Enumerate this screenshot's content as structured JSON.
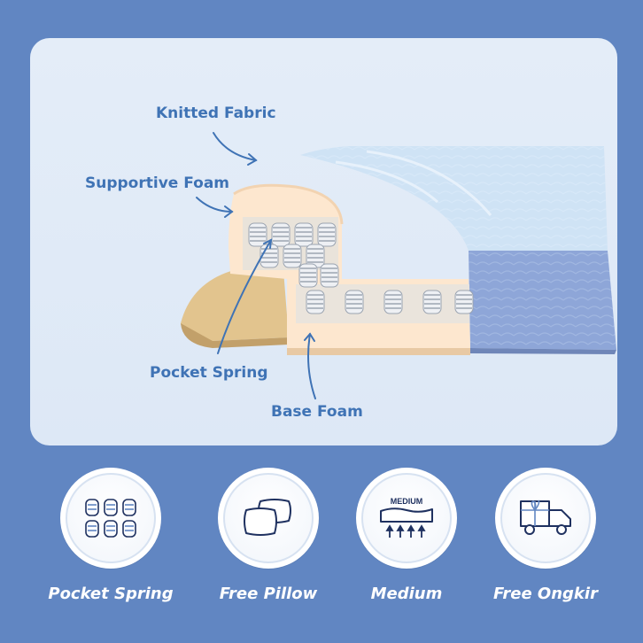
{
  "labels": {
    "knitted_fabric": "Knitted Fabric",
    "supportive_foam": "Supportive Foam",
    "pocket_spring": "Pocket Spring",
    "base_foam": "Base Foam"
  },
  "features": [
    {
      "label": "Pocket Spring",
      "icon": "spring-coils-icon"
    },
    {
      "label": "Free Pillow",
      "icon": "pillow-icon"
    },
    {
      "label": "Medium",
      "icon": "firmness-medium-icon",
      "badge_text": "MEDIUM"
    },
    {
      "label": "Free Ongkir",
      "icon": "delivery-truck-icon"
    }
  ],
  "colors": {
    "background": "#6186c2",
    "panel": "#e4edf8",
    "label_blue": "#3f73b5",
    "foam": "#fde7cf",
    "base_foam": "#e2c48e",
    "fabric_side": "#8ea6d8",
    "icon_navy": "#1f3160"
  }
}
